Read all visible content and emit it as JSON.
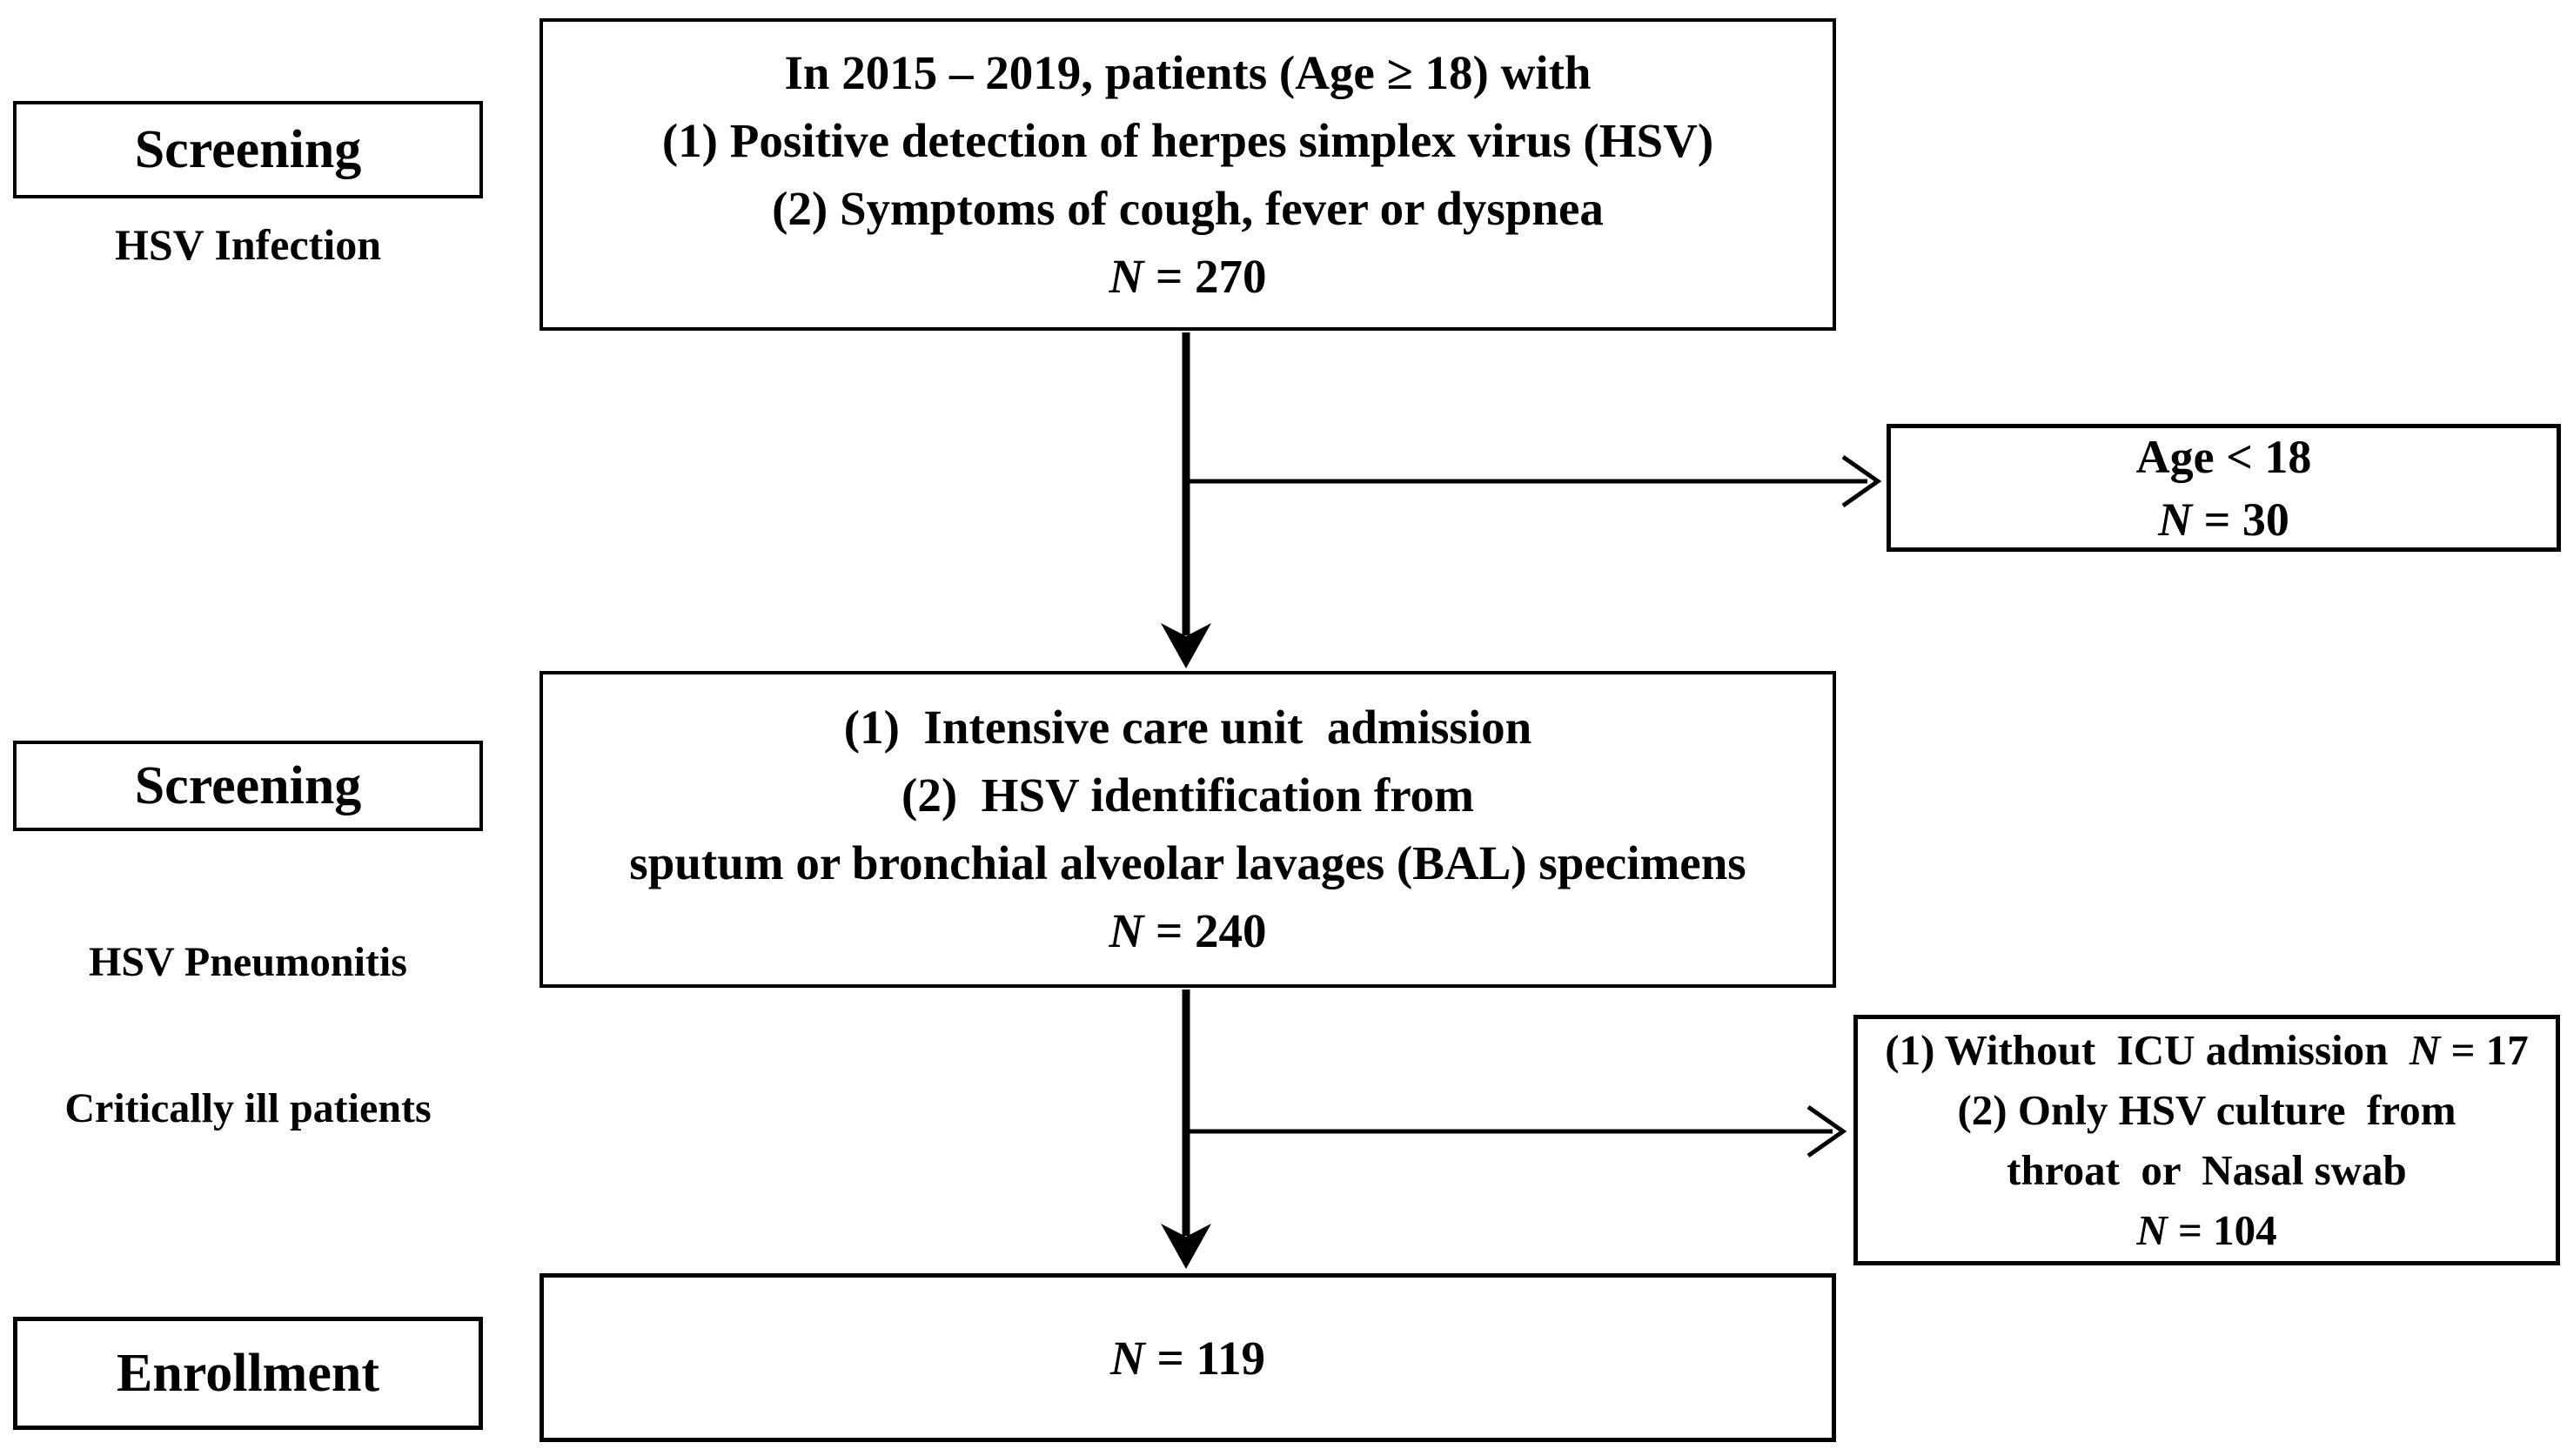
{
  "figure": {
    "background": "#ffffff",
    "line_color": "#000000"
  },
  "stages": {
    "screening1": {
      "label": "Screening",
      "sublabel": "HSV Infection"
    },
    "screening2": {
      "label": "Screening",
      "sublabels": [
        "HSV Pneumonitis",
        "Critically ill patients"
      ]
    },
    "enrollment": {
      "label": "Enrollment"
    }
  },
  "boxes": {
    "initial": {
      "line1": "In 2015 – 2019, patients (Age ≥ 18) with",
      "line2": "(1) Positive detection of herpes simplex virus (HSV)",
      "line3": "(2) Symptoms of cough, fever or dyspnea",
      "n_label": "N",
      "n_value": " = 270"
    },
    "age_exclusion": {
      "line1": "Age < 18",
      "n_label": "N",
      "n_value": " = 30"
    },
    "icu": {
      "line1": "(1)  Intensive care unit  admission",
      "line2": "(2)  HSV identification from",
      "line3": "sputum or bronchial alveolar lavages (BAL) specimens",
      "n_label": "N",
      "n_value": " = 240"
    },
    "icu_exclusion": {
      "line1a": "(1) Without  ICU admission  ",
      "line1b": "N",
      "line1c": " = 17",
      "line2": "(2) Only HSV culture  from",
      "line3": "throat  or  Nasal swab",
      "n_label": "N",
      "n_value": " = 104"
    },
    "enrolled": {
      "n_label": "N",
      "n_value": " = 119"
    }
  }
}
